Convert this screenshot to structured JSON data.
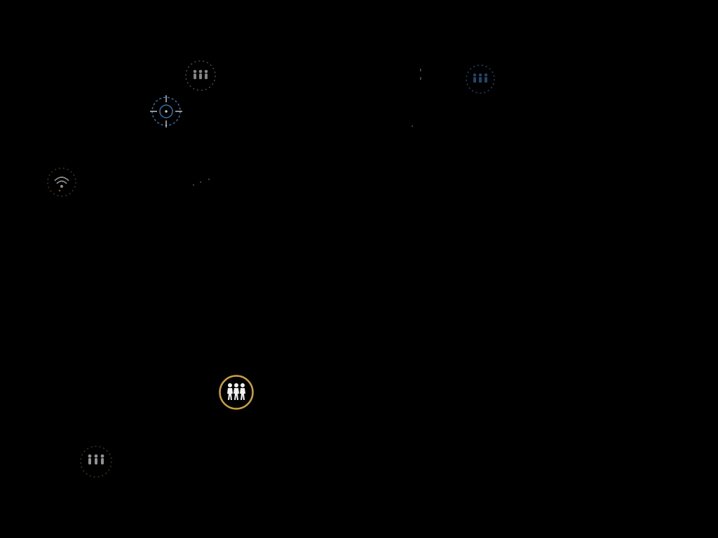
{
  "colors": {
    "background": "#000000",
    "icon_white": "#f2f2f2",
    "ring_gold": "#c8a040",
    "ring_blue": "#3a8fd6",
    "ring_dim": "#6b5a2a",
    "ring_grey": "#8a8a8a",
    "spark_orange": "#d07a2a"
  },
  "markers": [
    {
      "id": "squad-marker-north",
      "icon": "group-of-people-icon",
      "state": "faded",
      "ring": "grey"
    },
    {
      "id": "target-marker",
      "icon": "crosshair-icon",
      "state": "faded",
      "ring": "blue"
    },
    {
      "id": "signal-marker",
      "icon": "wifi-signal-icon",
      "state": "faded",
      "ring": "gold"
    },
    {
      "id": "squad-marker-east",
      "icon": "group-of-people-icon",
      "state": "faded",
      "ring": "blue"
    },
    {
      "id": "squad-marker-selected",
      "icon": "group-of-people-icon",
      "state": "highlighted",
      "ring": "gold"
    },
    {
      "id": "squad-marker-southwest",
      "icon": "group-of-people-icon",
      "state": "faded",
      "ring": "gold"
    }
  ]
}
